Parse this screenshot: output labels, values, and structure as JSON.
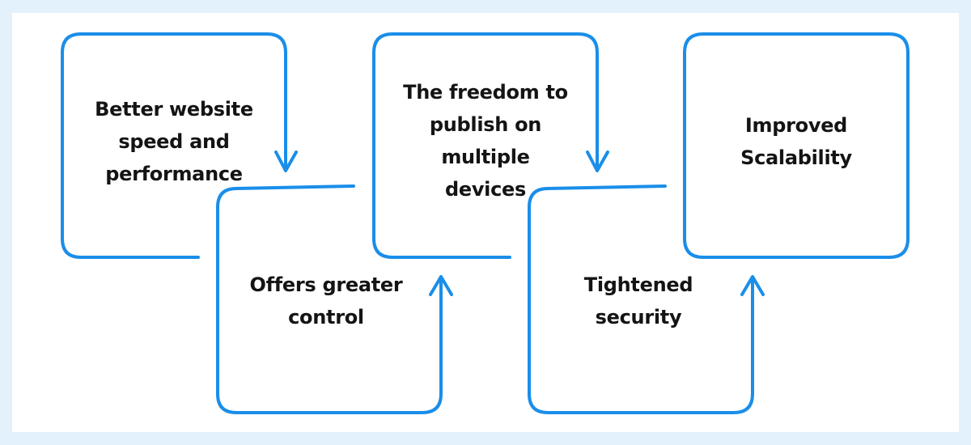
{
  "diagram": {
    "accent_color": "#1a8ee9",
    "background_color": "#e3f1fd",
    "steps": [
      {
        "label": "Better website\nspeed and\nperformance"
      },
      {
        "label": "Offers greater\ncontrol"
      },
      {
        "label": "The freedom to\npublish on\nmultiple\ndevices"
      },
      {
        "label": "Tightened\nsecurity"
      },
      {
        "label": "Improved\nScalability"
      }
    ]
  }
}
